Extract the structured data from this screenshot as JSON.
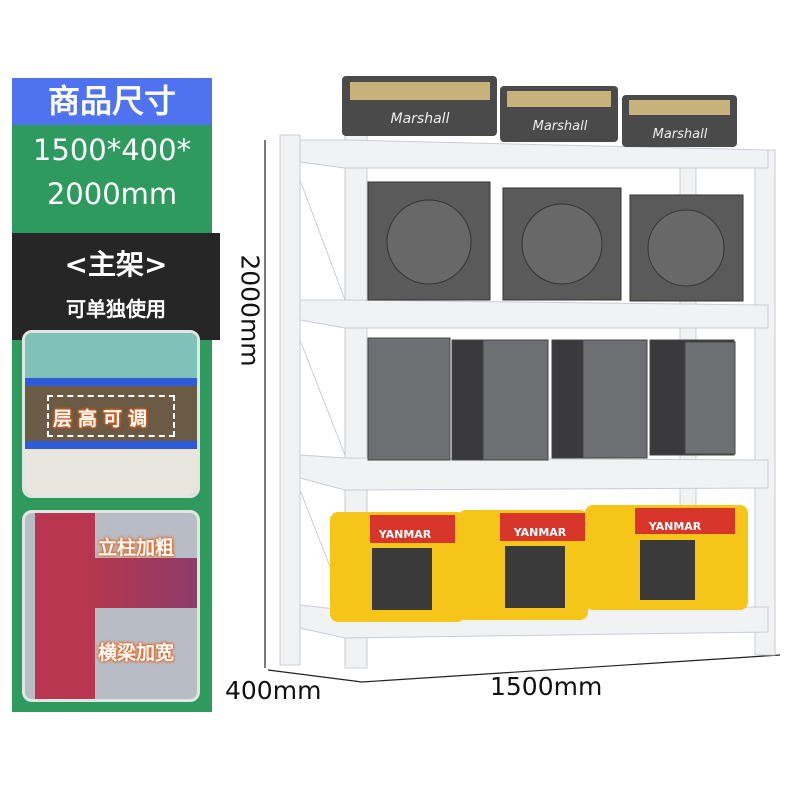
{
  "header": {
    "title": "商品尺寸"
  },
  "dimensions": {
    "line1": "1500*400*",
    "line2": "2000mm"
  },
  "frame": {
    "title": "<主架>",
    "subtitle": "可单独使用"
  },
  "features": [
    {
      "label": "层高可调"
    },
    {
      "label": "立柱加粗"
    },
    {
      "label": "横梁加宽"
    }
  ],
  "measures": {
    "height": "2000mm",
    "depth": "400mm",
    "width": "1500mm"
  },
  "product_logos": {
    "amp": "Marshall",
    "generator": "YANMAR"
  },
  "colors": {
    "blue": "#4f72f0",
    "green": "#2f9a5e",
    "dark": "#262626",
    "accent": "#e9601a"
  }
}
